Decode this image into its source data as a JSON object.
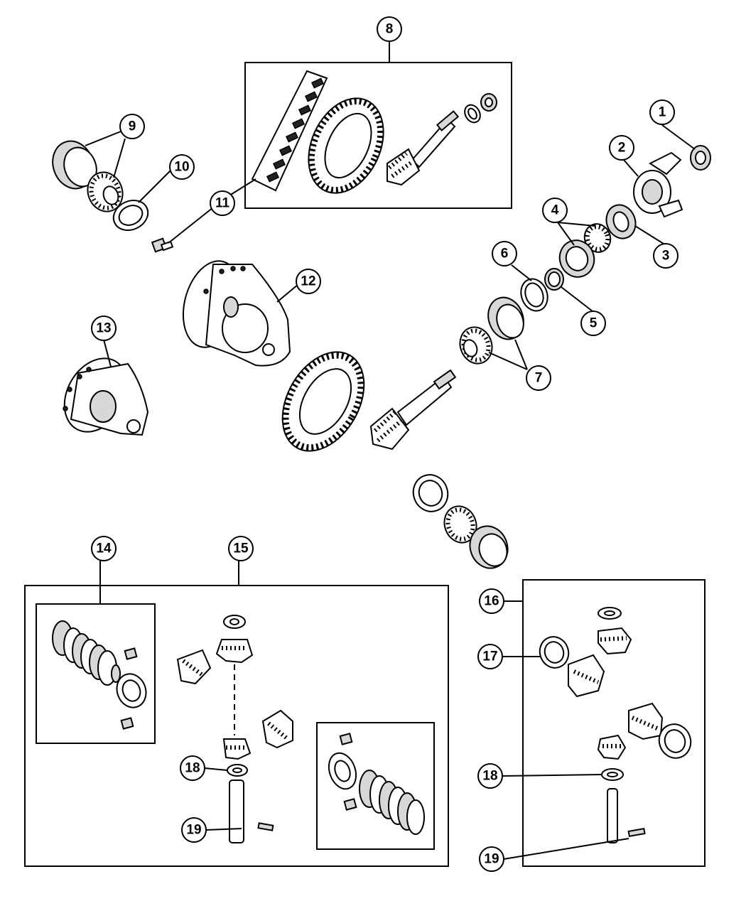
{
  "callouts": [
    {
      "id": "c1",
      "label": "1"
    },
    {
      "id": "c2",
      "label": "2"
    },
    {
      "id": "c3",
      "label": "3"
    },
    {
      "id": "c4",
      "label": "4"
    },
    {
      "id": "c5",
      "label": "5"
    },
    {
      "id": "c6",
      "label": "6"
    },
    {
      "id": "c7",
      "label": "7"
    },
    {
      "id": "c8",
      "label": "8"
    },
    {
      "id": "c9",
      "label": "9"
    },
    {
      "id": "c10",
      "label": "10"
    },
    {
      "id": "c11",
      "label": "11"
    },
    {
      "id": "c12",
      "label": "12"
    },
    {
      "id": "c13",
      "label": "13"
    },
    {
      "id": "c14",
      "label": "14"
    },
    {
      "id": "c15",
      "label": "15"
    },
    {
      "id": "c16",
      "label": "16"
    },
    {
      "id": "c17",
      "label": "17"
    },
    {
      "id": "c18a",
      "label": "18"
    },
    {
      "id": "c19a",
      "label": "19"
    },
    {
      "id": "c18b",
      "label": "18"
    },
    {
      "id": "c19b",
      "label": "19"
    }
  ]
}
